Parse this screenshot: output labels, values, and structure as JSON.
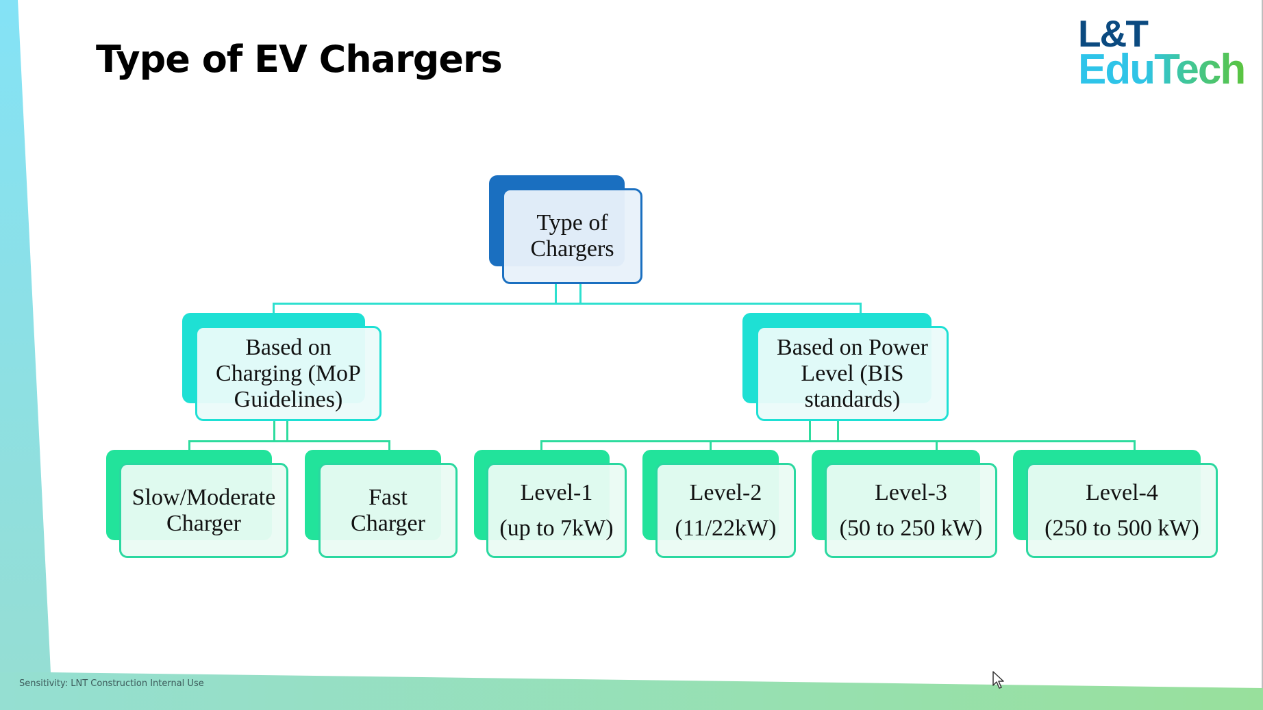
{
  "slide": {
    "title": "Type of EV Chargers",
    "logo": {
      "line1": "L&T",
      "line2": "EduTech"
    },
    "footer": "Sensitivity: LNT Construction Internal Use"
  },
  "colors": {
    "root": "#1a6fc0",
    "level2": "#1ee0d4",
    "level3": "#22e39b",
    "logo_dark": "#0b4a80",
    "accent_left_band": "#86e0f2",
    "accent_bottom_band": "#98e0a6"
  },
  "diagram": {
    "root": {
      "label": "Type of\nChargers"
    },
    "categories": [
      {
        "label": "Based on\nCharging (MoP\nGuidelines)",
        "children": [
          {
            "label": "Slow/Moderate\nCharger"
          },
          {
            "label": "Fast\nCharger"
          }
        ]
      },
      {
        "label": "Based on Power\nLevel (BIS\nstandards)",
        "children": [
          {
            "label": "Level-1\n(up to 7kW)"
          },
          {
            "label": "Level-2\n(11/22kW)"
          },
          {
            "label": "Level-3\n(50 to 250 kW)"
          },
          {
            "label": "Level-4\n(250 to 500 kW)"
          }
        ]
      }
    ]
  }
}
